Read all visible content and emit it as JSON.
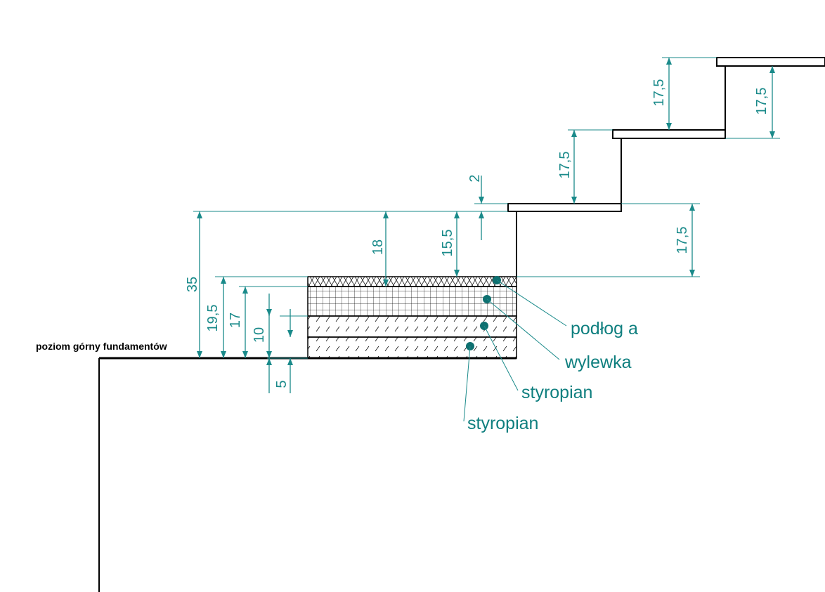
{
  "base_label": "poziom górny fundamentów",
  "dimensions": {
    "d35": "35",
    "d19_5": "19,5",
    "d17_a": "17",
    "d10": "10",
    "d5": "5",
    "d18": "18",
    "d15_5": "15,5",
    "d2": "2",
    "d17_5_right": "17,5",
    "d17_5_step2": "17,5",
    "d17_5_top_left": "17,5",
    "d17_5_top_right": "17,5"
  },
  "layers": [
    {
      "name": "podłog a",
      "pattern": "crosshatch"
    },
    {
      "name": "wylewka",
      "pattern": "grid"
    },
    {
      "name": "styropian",
      "pattern": "diagonal"
    },
    {
      "name": "styropian",
      "pattern": "diagonal"
    }
  ],
  "colors": {
    "dimension": "#1a8a8a",
    "label": "#0f7f7f",
    "line": "#000000",
    "marker": "#0e7070"
  }
}
